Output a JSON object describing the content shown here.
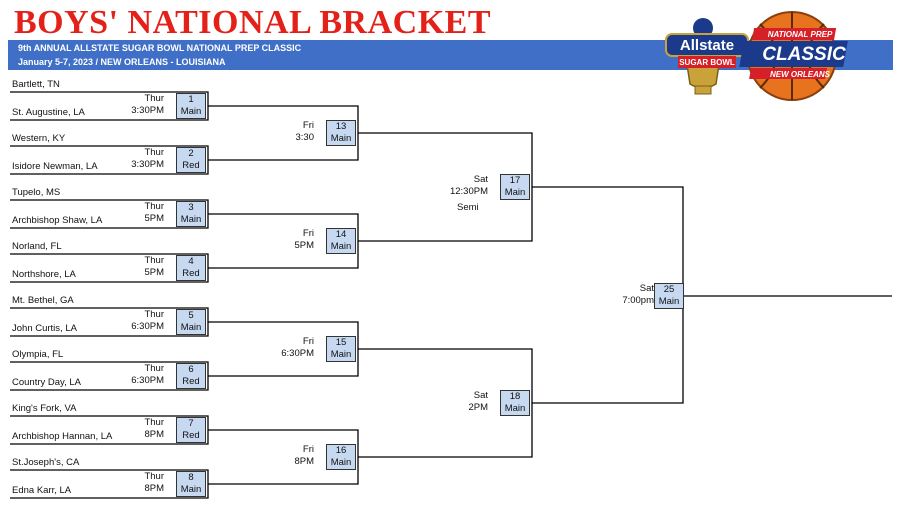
{
  "header": {
    "title": "BOYS' NATIONAL BRACKET",
    "subtitle": "9th ANNUAL ALLSTATE SUGAR BOWL NATIONAL PREP CLASSIC",
    "dates": "January 5-7, 2023 /  NEW ORLEANS - LOUISIANA"
  },
  "logo": {
    "brand": "Allstate",
    "bowl": "SUGAR BOWL",
    "top": "NATIONAL PREP",
    "main": "CLASSIC",
    "bottom": "NEW ORLEANS",
    "colors": {
      "blue": "#1b3a8c",
      "gold": "#c9a23a",
      "orange": "#e8731f",
      "red": "#d62027"
    }
  },
  "colors": {
    "title": "#e32119",
    "band": "#3f6fc6",
    "box": "#c6d9f1"
  },
  "teams": [
    "Bartlett, TN",
    "St. Augustine, LA",
    "Western, KY",
    "Isidore Newman, LA",
    "Tupelo, MS",
    "Archbishop Shaw, LA",
    "Norland, FL",
    "Northshore, LA",
    "Mt. Bethel, GA",
    "John Curtis, LA",
    "Olympia, FL",
    "Country Day, LA",
    "King's Fork, VA",
    "Archbishop Hannan, LA",
    "St.Joseph's, CA",
    "Edna Karr, LA"
  ],
  "games": [
    {
      "num": "1",
      "court": "Main",
      "day": "Thur",
      "time": "3:30PM"
    },
    {
      "num": "2",
      "court": "Red",
      "day": "Thur",
      "time": "3:30PM"
    },
    {
      "num": "3",
      "court": "Main",
      "day": "Thur",
      "time": "5PM"
    },
    {
      "num": "4",
      "court": "Red",
      "day": "Thur",
      "time": "5PM"
    },
    {
      "num": "5",
      "court": "Main",
      "day": "Thur",
      "time": "6:30PM"
    },
    {
      "num": "6",
      "court": "Red",
      "day": "Thur",
      "time": "6:30PM"
    },
    {
      "num": "7",
      "court": "Red",
      "day": "Thur",
      "time": "8PM"
    },
    {
      "num": "8",
      "court": "Main",
      "day": "Thur",
      "time": "8PM"
    },
    {
      "num": "13",
      "court": "Main",
      "day": "Fri",
      "time": "3:30"
    },
    {
      "num": "14",
      "court": "Main",
      "day": "Fri",
      "time": "5PM"
    },
    {
      "num": "15",
      "court": "Main",
      "day": "Fri",
      "time": "6:30PM"
    },
    {
      "num": "16",
      "court": "Main",
      "day": "Fri",
      "time": "8PM"
    },
    {
      "num": "17",
      "court": "Main",
      "day": "Sat",
      "time": "12:30PM",
      "note": "Semi"
    },
    {
      "num": "18",
      "court": "Main",
      "day": "Sat",
      "time": "2PM"
    },
    {
      "num": "25",
      "court": "Main",
      "day": "Sat",
      "time": "7:00pm"
    }
  ]
}
